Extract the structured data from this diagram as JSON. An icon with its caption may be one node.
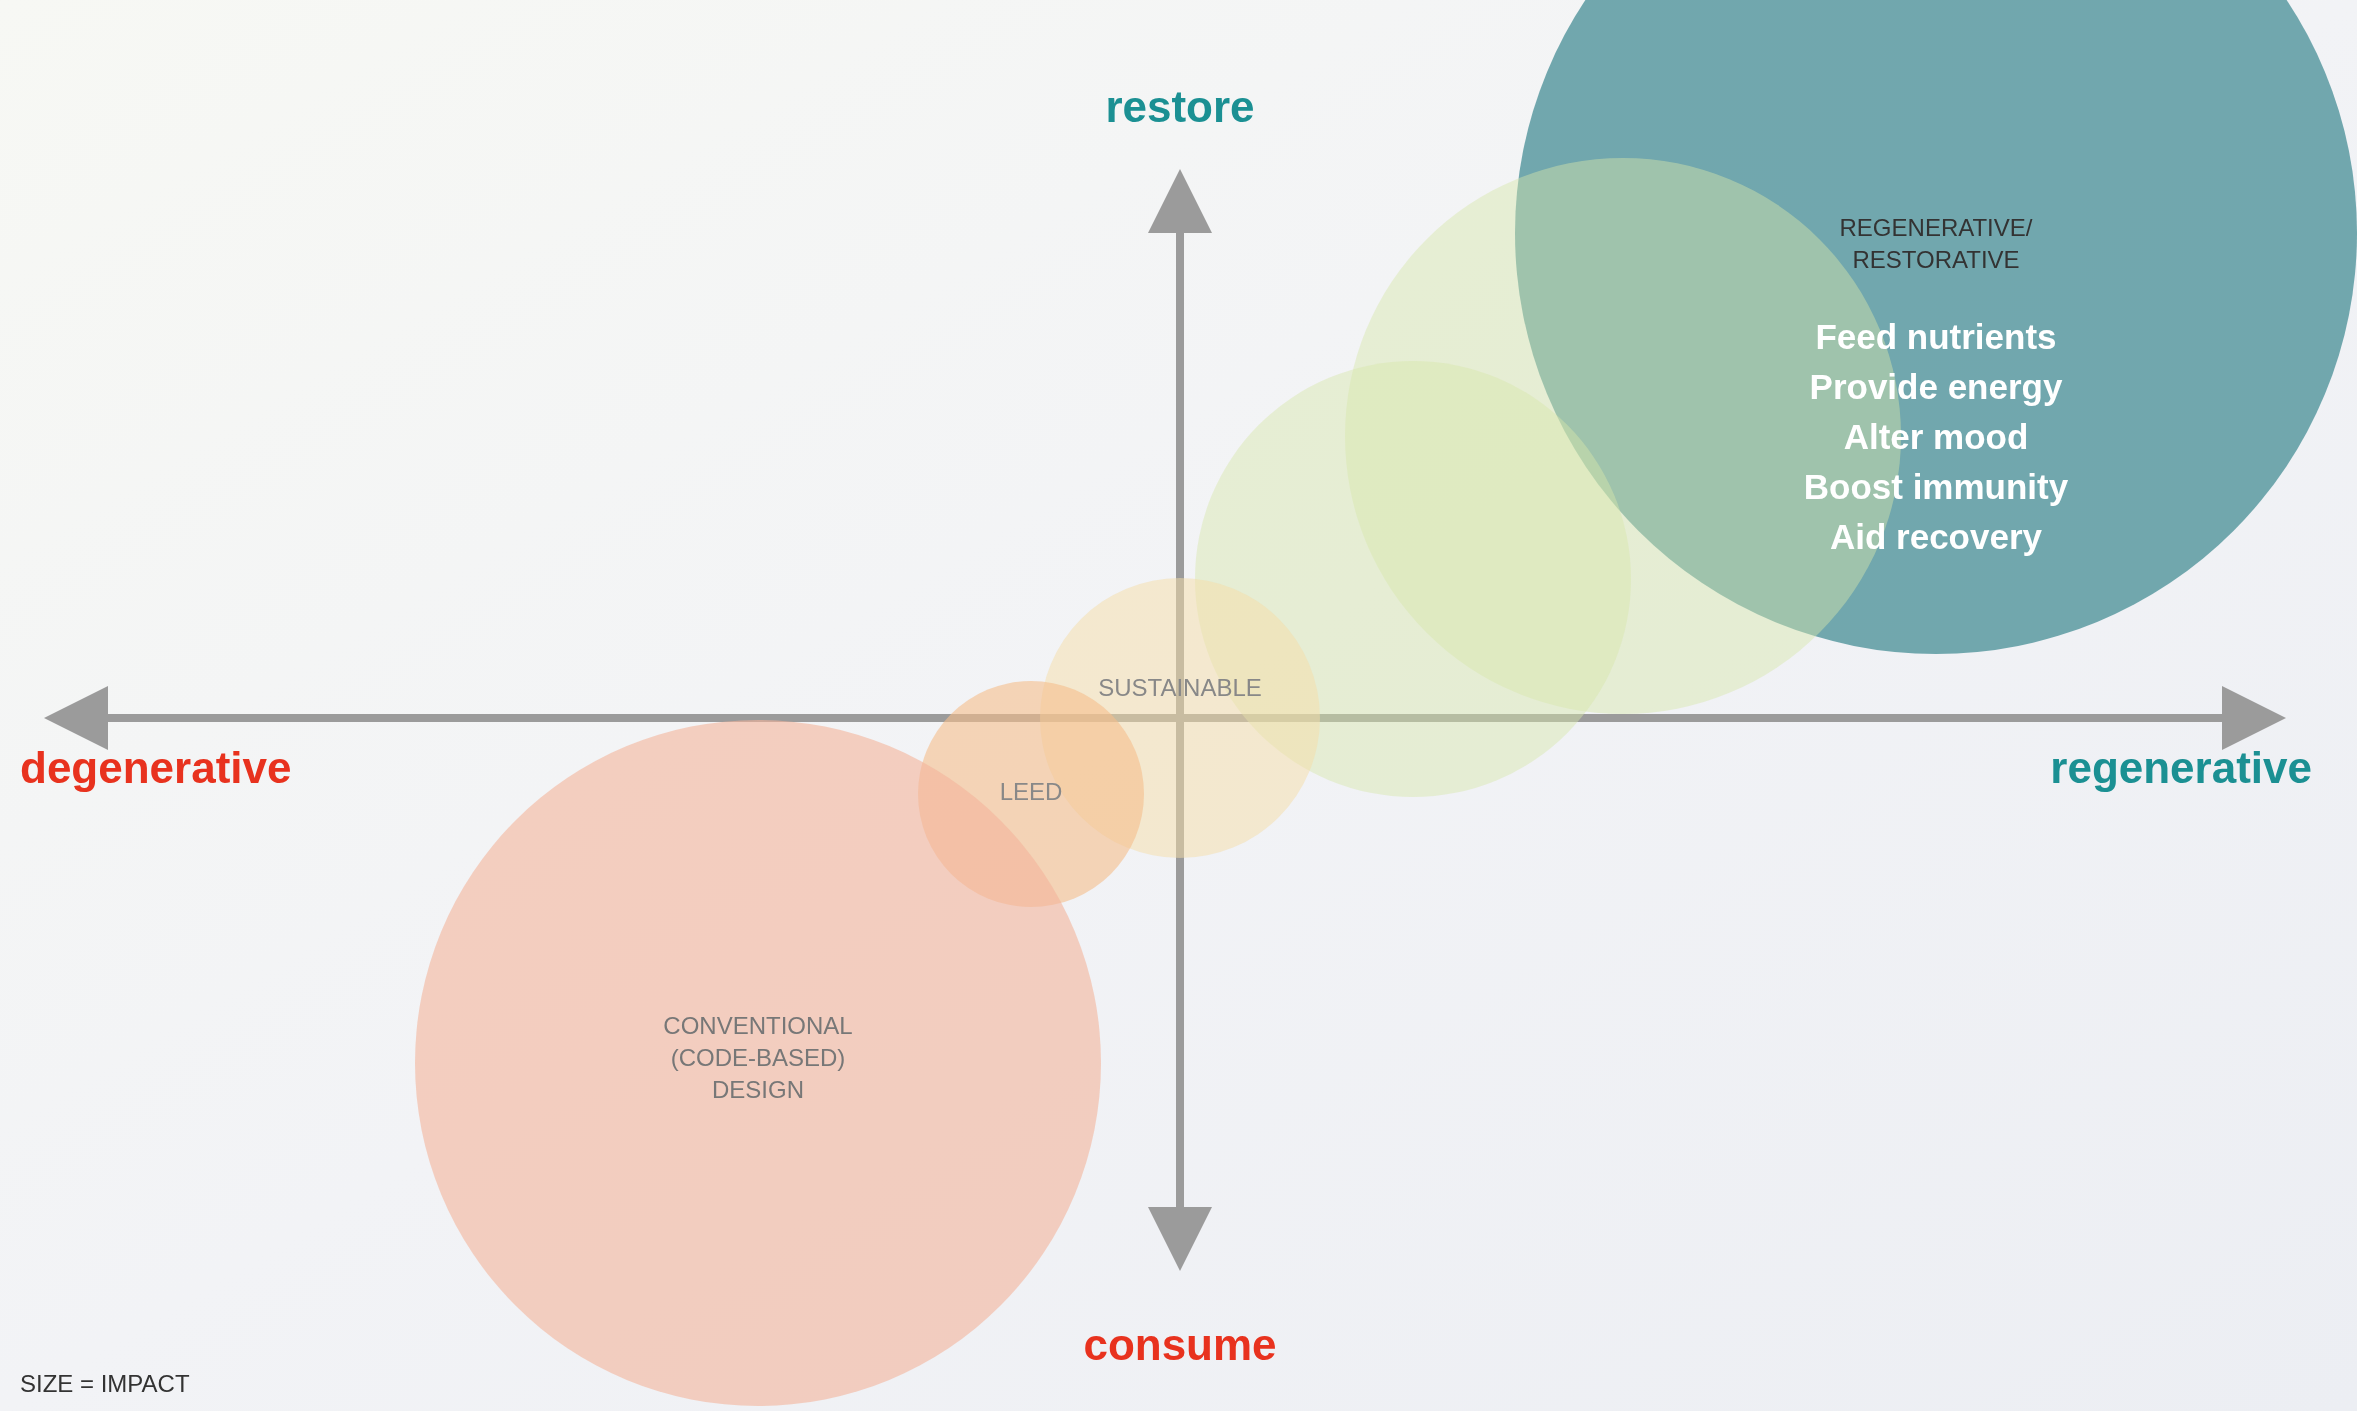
{
  "diagram": {
    "nodes": [
      {
        "text": [
          "REGENERATIVE/ RESTORATIVE",
          "Feed nutrients",
          "Provide energy",
          "Alter mood",
          "Boost immunity",
          "Aid recovery"
        ]
      },
      {
        "text": [],
        "shape": "circle"
      },
      {
        "text": [],
        "shape": "circle"
      },
      {
        "text": [
          "SUSTAINABLE"
        ]
      },
      {
        "text": [
          "LEED"
        ]
      },
      {
        "text": [
          "CONVENTIONAL (CODE-BASED) DESIGN"
        ]
      }
    ],
    "edges": [],
    "labels": [
      "restore",
      "degenerative",
      "regenerative",
      "consume",
      "SIZE = IMPACT"
    ]
  }
}
